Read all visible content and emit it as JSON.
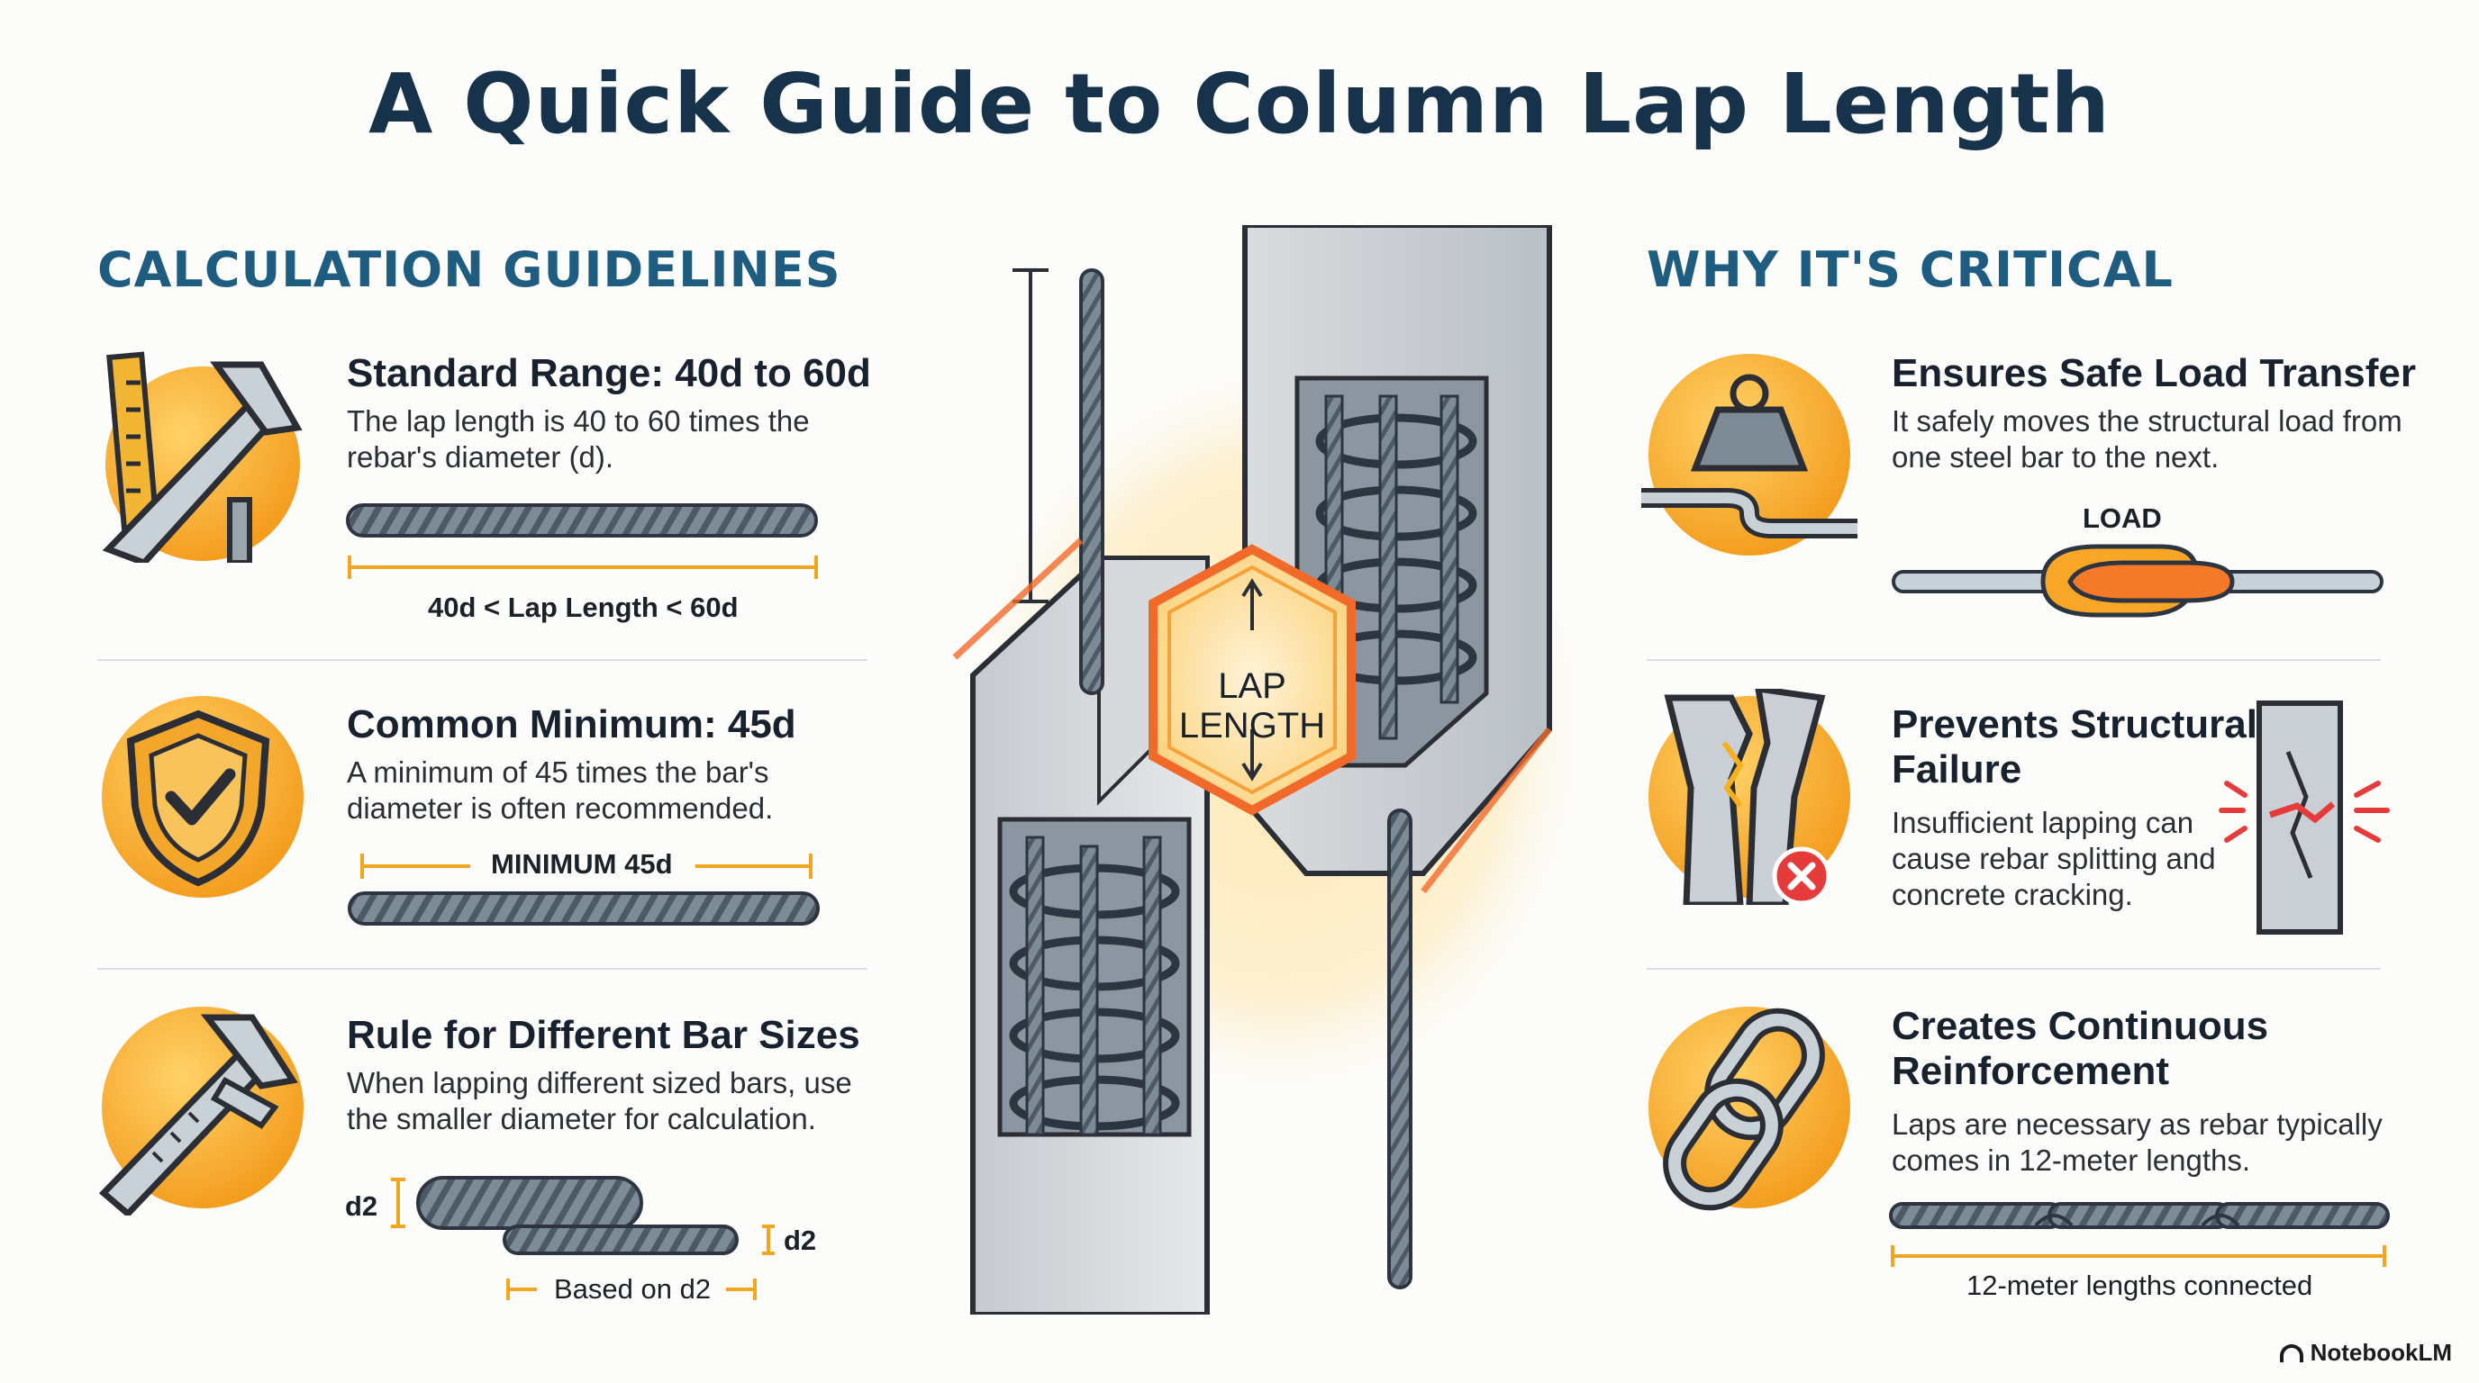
{
  "title": "A Quick Guide to Column Lap Length",
  "left": {
    "heading": "CALCULATION GUIDELINES",
    "items": [
      {
        "title": "Standard Range: 40d to 60d",
        "body": "The lap length is 40 to 60 times the rebar's diameter (d).",
        "caption": "40d < Lap Length < 60d",
        "icon": "ruler-caliper-icon"
      },
      {
        "title": "Common Minimum: 45d",
        "body": "A minimum of 45 times the bar's diameter is often recommended.",
        "caption": "MINIMUM 45d",
        "icon": "shield-check-icon"
      },
      {
        "title": "Rule for Different Bar Sizes",
        "body": "When lapping different sized bars, use the smaller diameter for calculation.",
        "label_big": "d2",
        "label_small": "d2",
        "caption": "Based on d2",
        "icon": "caliper-icon"
      }
    ]
  },
  "center": {
    "label": "LAP LENGTH"
  },
  "right": {
    "heading": "WHY IT'S CRITICAL",
    "items": [
      {
        "title": "Ensures Safe Load Transfer",
        "body": "It safely moves the structural load from one steel bar to the next.",
        "caption": "LOAD",
        "icon": "weight-load-icon"
      },
      {
        "title": "Prevents Structural Failure",
        "body": "Insufficient lapping can cause rebar splitting and concrete cracking.",
        "icon": "cracked-column-icon"
      },
      {
        "title": "Creates Continuous Reinforcement",
        "body": "Laps are necessary as rebar typically comes in 12-meter lengths.",
        "caption": "12-meter lengths connected",
        "icon": "chain-link-icon"
      }
    ]
  },
  "brand": "NotebookLM",
  "colors": {
    "accent": "#f4a21e",
    "heading": "#1e5c80",
    "title": "#17324b",
    "glow": "#f26a2a",
    "steel": "#6d7c8a"
  }
}
